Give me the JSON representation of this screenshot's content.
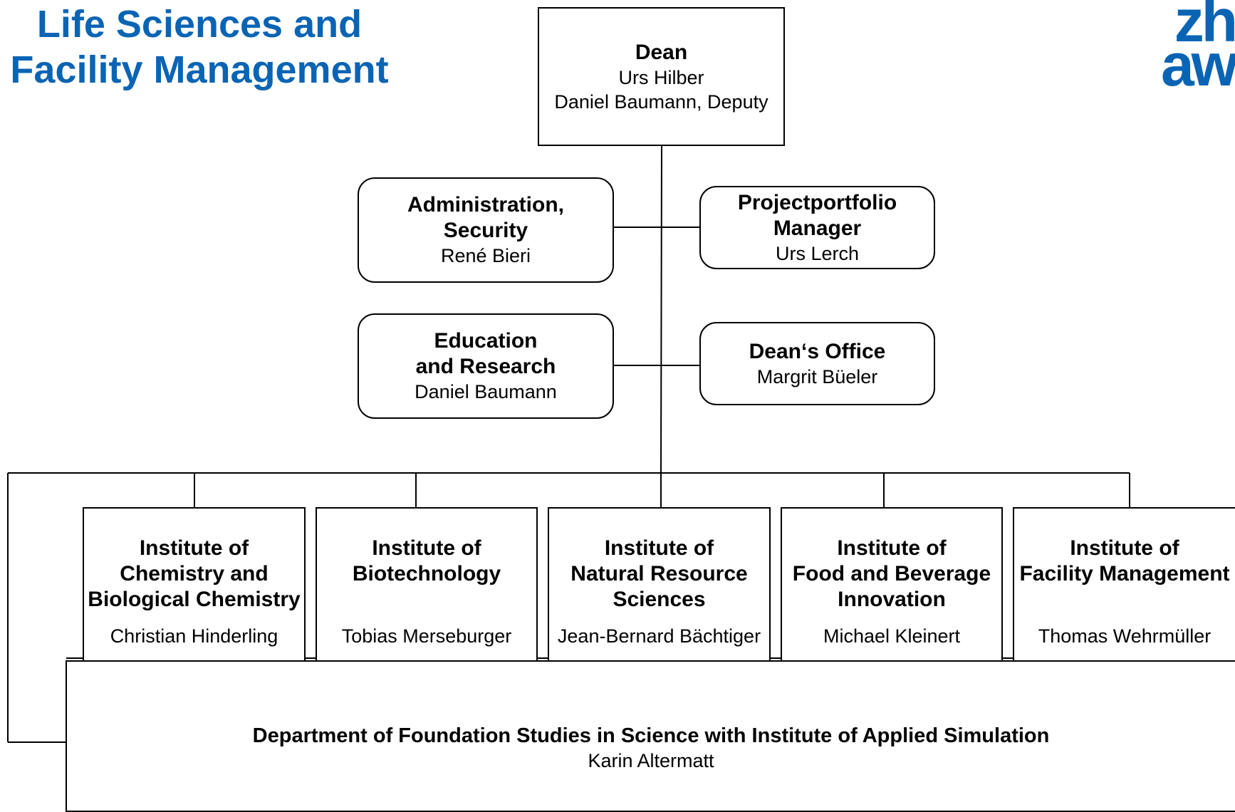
{
  "header": {
    "title_line1": "Life Sciences and",
    "title_line2": "Facility Management",
    "logo_line1": "zh",
    "logo_line2": "aw"
  },
  "colors": {
    "brand": "#0a64b4",
    "line": "#000000",
    "background": "#ffffff"
  },
  "dean": {
    "role": "Dean",
    "name": "Urs Hilber",
    "deputy": "Daniel Baumann, Deputy"
  },
  "staff": [
    {
      "title_line1": "Administration,",
      "title_line2": "Security",
      "name": "René Bieri"
    },
    {
      "title_line1": "Projectportfolio",
      "title_line2": "Manager",
      "name": "Urs Lerch"
    },
    {
      "title_line1": "Education",
      "title_line2": "and Research",
      "name": "Daniel Baumann"
    },
    {
      "title_line1": "Dean‘s Office",
      "name": "Margrit Büeler"
    }
  ],
  "institutes": [
    {
      "lines": [
        "Institute of",
        "Chemistry and",
        "Biological Chemistry"
      ],
      "head": "Christian Hinderling"
    },
    {
      "lines": [
        "Institute of",
        "Biotechnology",
        ""
      ],
      "head": "Tobias Merseburger"
    },
    {
      "lines": [
        "Institute of",
        "Natural Resource",
        "Sciences"
      ],
      "head": "Jean-Bernard Bächtiger"
    },
    {
      "lines": [
        "Institute of",
        "Food and Beverage",
        "Innovation"
      ],
      "head": "Michael Kleinert"
    },
    {
      "lines": [
        "Institute of",
        "Facility Management",
        ""
      ],
      "head": "Thomas Wehrmüller"
    }
  ],
  "department": {
    "title": "Department of Foundation Studies in Science with Institute of Applied Simulation",
    "head": "Karin Altermatt"
  }
}
